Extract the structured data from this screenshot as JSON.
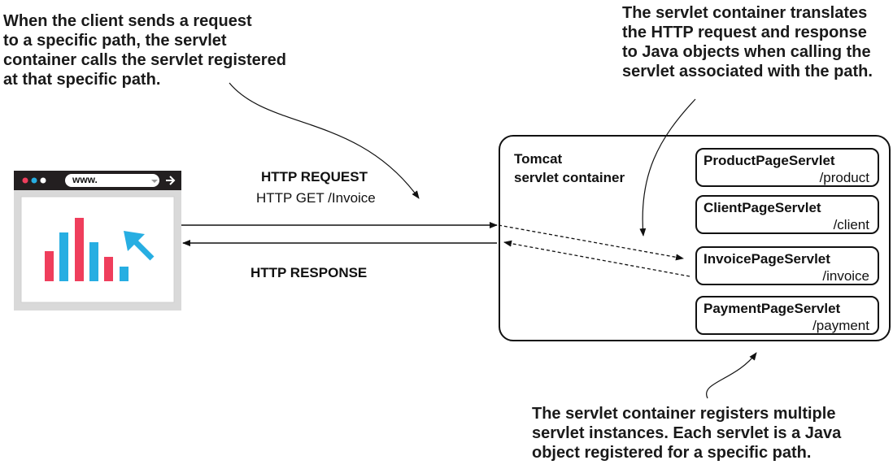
{
  "notes": {
    "top_left": "When the client sends a request\nto a specific path, the servlet\ncontainer calls the servlet registered\nat that specific path.",
    "top_right": "The servlet container translates\nthe HTTP request and response\nto Java objects when calling the\nservlet associated with the path.",
    "bottom": "The servlet container registers multiple\nservlet instances. Each servlet is a Java\nobject registered for a specific path."
  },
  "browser": {
    "url_text": "www."
  },
  "http": {
    "request_title": "HTTP REQUEST",
    "request_detail": "HTTP GET /Invoice",
    "response_title": "HTTP RESPONSE"
  },
  "container": {
    "title_line1": "Tomcat",
    "title_line2": "servlet container"
  },
  "servlets": [
    {
      "name": "ProductPageServlet",
      "path": "/product"
    },
    {
      "name": "ClientPageServlet",
      "path": "/client"
    },
    {
      "name": "InvoicePageServlet",
      "path": "/invoice"
    },
    {
      "name": "PaymentPageServlet",
      "path": "/payment"
    }
  ],
  "colors": {
    "bar_red": "#ef3e5c",
    "bar_blue": "#27aee2",
    "cursor_blue": "#27aee2",
    "chrome_dark": "#231f20"
  }
}
